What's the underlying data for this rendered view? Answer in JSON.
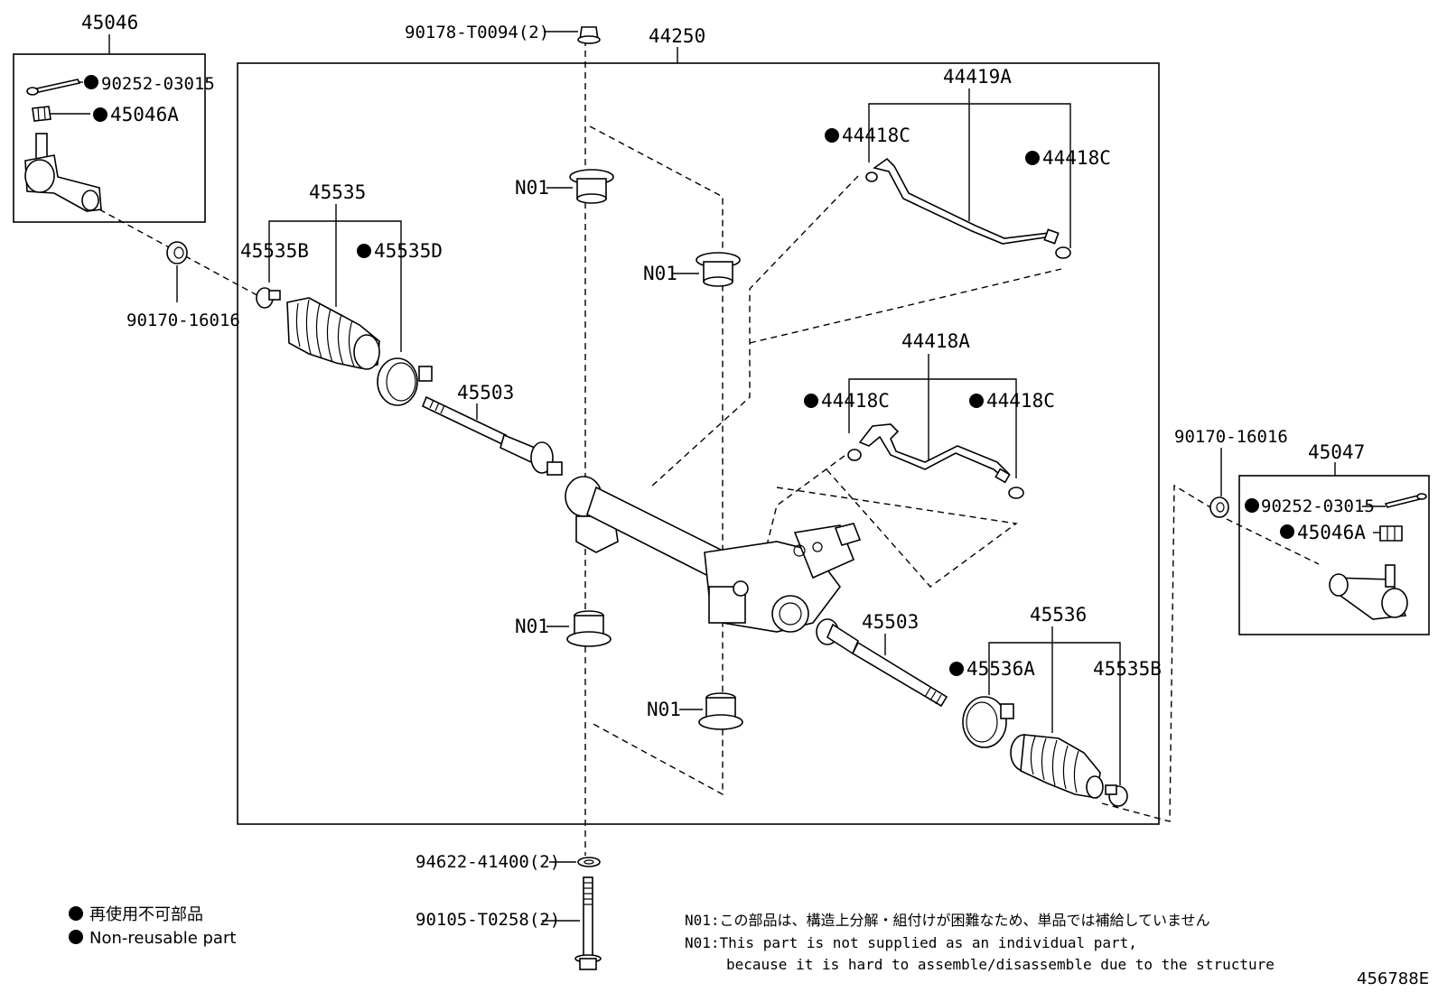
{
  "labels": {
    "tie_rod_end_l": "45046",
    "tie_rod_end_r": "45047",
    "cotter_pin_l": "90252-03015",
    "cotter_pin_r": "90252-03015",
    "nut_l": "45046A",
    "nut_r": "45046A",
    "lock_nut_l": "90170-16016",
    "lock_nut_r": "90170-16016",
    "top_bolt": "90178-T0094(2)",
    "gear_assy": "44250",
    "boot_l": "45535",
    "clamp_l": "45535B",
    "clip_l": "45535D",
    "rack_end_l": "45503",
    "rack_end_r": "45503",
    "boot_r": "45536",
    "clip_r": "45536A",
    "clamp_r": "45535B",
    "tube_a": "44419A",
    "tube_b": "44418A",
    "oring_1": "44418C",
    "oring_2": "44418C",
    "oring_3": "44418C",
    "oring_4": "44418C",
    "bushing_1": "N01",
    "bushing_2": "N01",
    "bushing_3": "N01",
    "bushing_4": "N01",
    "washer": "94622-41400(2)",
    "long_bolt": "90105-T0258(2)"
  },
  "legend": {
    "jp": "再使用不可部品",
    "en": "Non-reusable part"
  },
  "note": {
    "line1": "N01:この部品は、構造上分解・組付けが困難なため、単品では補給していません",
    "line2": "N01:This part is not supplied as an individual part,",
    "line3": "because it is hard to assemble/disassemble due to the structure"
  },
  "illustration_id": "456788E"
}
